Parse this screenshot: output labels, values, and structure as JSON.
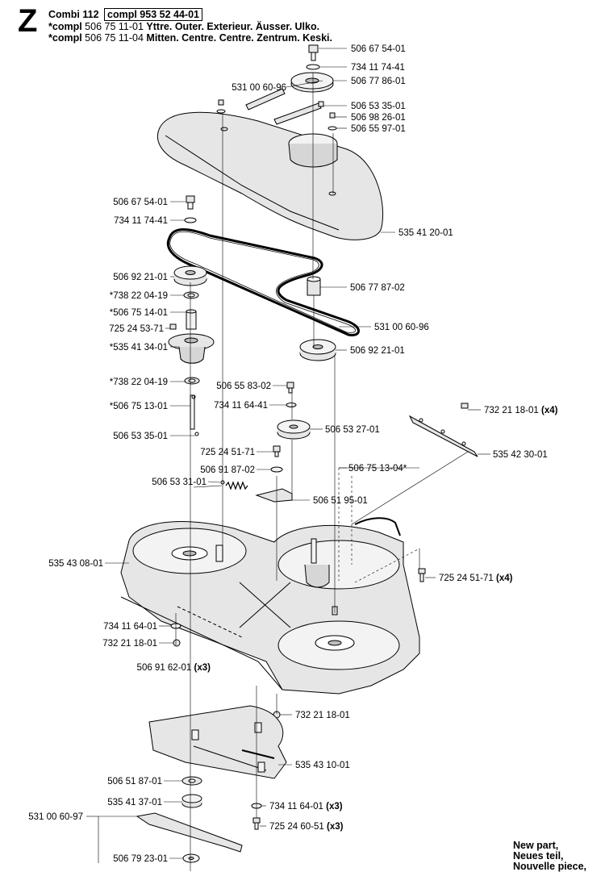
{
  "header": {
    "section_letter": "Z",
    "model": "Combi 112",
    "compl_main": "compl 953 52 44-01",
    "line2_prefix": "*compl",
    "line2_number": "506 75 11-01",
    "line2_desc": "Yttre. Outer. Exterieur. Äusser. Ulko.",
    "line3_prefix": "*compl",
    "line3_number": "506 75 11-04",
    "line3_desc": "Mitten. Centre. Centre. Zentrum. Keski."
  },
  "footer_note": [
    "New part,",
    "Neues teil,",
    "Nouvelle piece,"
  ],
  "colors": {
    "line": "#000000",
    "fill": "#e6e6e6",
    "fill_dark": "#bdbdbd",
    "fill_light": "#f3f3f3"
  },
  "labels": [
    {
      "id": "p1",
      "text": "506 67 54-01",
      "qty": ""
    },
    {
      "id": "p2",
      "text": "734 11 74-41",
      "qty": ""
    },
    {
      "id": "p3",
      "text": "531 00 60-96",
      "qty": ""
    },
    {
      "id": "p4",
      "text": "506 77 86-01",
      "qty": ""
    },
    {
      "id": "p5",
      "text": "506 53 35-01",
      "qty": ""
    },
    {
      "id": "p6",
      "text": "506 98 26-01",
      "qty": ""
    },
    {
      "id": "p7",
      "text": "506 55 97-01",
      "qty": ""
    },
    {
      "id": "p8",
      "text": "535 41 20-01",
      "qty": ""
    },
    {
      "id": "p9",
      "text": "506 67 54-01",
      "qty": ""
    },
    {
      "id": "p10",
      "text": "734 11 74-41",
      "qty": ""
    },
    {
      "id": "p11",
      "text": "506 92 21-01",
      "qty": ""
    },
    {
      "id": "p12",
      "text": "506 77 87-02",
      "qty": ""
    },
    {
      "id": "p13",
      "text": "*738 22 04-19",
      "qty": ""
    },
    {
      "id": "p14",
      "text": "*506 75 14-01",
      "qty": ""
    },
    {
      "id": "p15",
      "text": "531 00 60-96",
      "qty": ""
    },
    {
      "id": "p16",
      "text": "725 24 53-71",
      "qty": ""
    },
    {
      "id": "p17",
      "text": "*535 41 34-01",
      "qty": ""
    },
    {
      "id": "p18",
      "text": "506 92 21-01",
      "qty": ""
    },
    {
      "id": "p19",
      "text": "*738 22 04-19",
      "qty": ""
    },
    {
      "id": "p20",
      "text": "506 55 83-02",
      "qty": ""
    },
    {
      "id": "p21",
      "text": "*506 75 13-01",
      "qty": ""
    },
    {
      "id": "p22",
      "text": "734 11 64-41",
      "qty": ""
    },
    {
      "id": "p23",
      "text": "732 21 18-01",
      "qty": "(x4)"
    },
    {
      "id": "p24",
      "text": "506 53 27-01",
      "qty": ""
    },
    {
      "id": "p25",
      "text": "506 53 35-01",
      "qty": ""
    },
    {
      "id": "p26",
      "text": "725 24 51-71",
      "qty": ""
    },
    {
      "id": "p27",
      "text": "535 42 30-01",
      "qty": ""
    },
    {
      "id": "p28",
      "text": "506 91 87-02",
      "qty": ""
    },
    {
      "id": "p29",
      "text": "506 75 13-04*",
      "qty": ""
    },
    {
      "id": "p30",
      "text": "506 53 31-01",
      "qty": ""
    },
    {
      "id": "p31",
      "text": "506 51 95-01",
      "qty": ""
    },
    {
      "id": "p32",
      "text": "535 43 08-01",
      "qty": ""
    },
    {
      "id": "p33",
      "text": "725 24 51-71",
      "qty": "(x4)"
    },
    {
      "id": "p34",
      "text": "734 11 64-01",
      "qty": ""
    },
    {
      "id": "p35",
      "text": "732 21 18-01",
      "qty": ""
    },
    {
      "id": "p36",
      "text": "506 91 62-01",
      "qty": "(x3)"
    },
    {
      "id": "p37",
      "text": "732 21 18-01",
      "qty": ""
    },
    {
      "id": "p38",
      "text": "535 43 10-01",
      "qty": ""
    },
    {
      "id": "p39",
      "text": "506 51 87-01",
      "qty": ""
    },
    {
      "id": "p40",
      "text": "535 41 37-01",
      "qty": ""
    },
    {
      "id": "p41",
      "text": "734 11 64-01",
      "qty": "(x3)"
    },
    {
      "id": "p42",
      "text": "531 00 60-97",
      "qty": ""
    },
    {
      "id": "p43",
      "text": "725 24 60-51",
      "qty": "(x3)"
    },
    {
      "id": "p44",
      "text": "506 79 23-01",
      "qty": ""
    }
  ]
}
